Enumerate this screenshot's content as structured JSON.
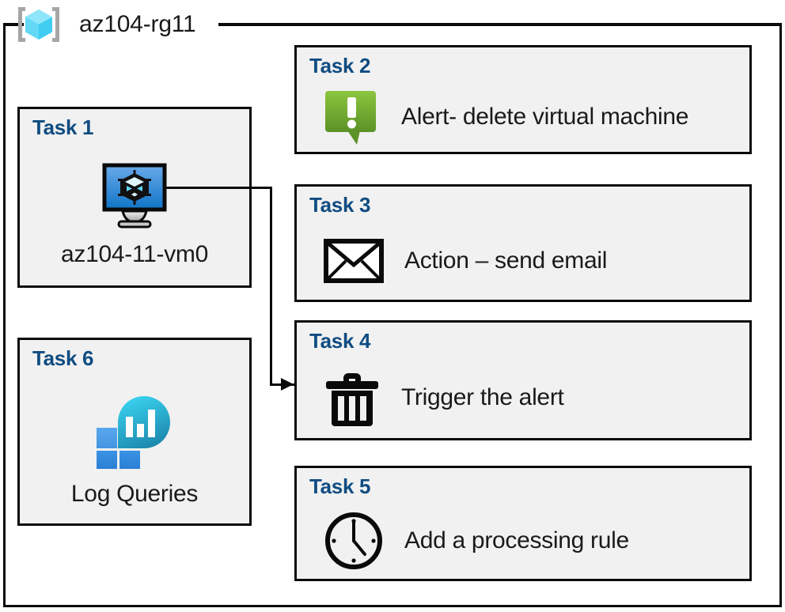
{
  "resource_group": {
    "icon": "resource-group-cube-icon",
    "label": "az104-rg11"
  },
  "colors": {
    "task_title": "#0f4c81",
    "box_fill": "#f1f1f1",
    "box_border": "#0a0a0a",
    "alert_green_light": "#8cc63e",
    "alert_green_dark": "#5c9126",
    "vm_blue_light": "#5a9ae4",
    "vm_blue_dark": "#1378c8",
    "log_cyan": "#32c8e8",
    "log_teal": "#1b87ab",
    "log_blue_light": "#4fa3eb",
    "log_blue_dark": "#2a83d9",
    "rg_cube_light": "#8fe6fb",
    "rg_cube_mid": "#55d6f5",
    "rg_cube_dark": "#3fcdf2",
    "rg_bracket": "#a6a6a6"
  },
  "tasks": [
    {
      "id": "task1",
      "title": "Task 1",
      "label": "az104-11-vm0",
      "icon": "virtual-machine-icon",
      "column": "left"
    },
    {
      "id": "task6",
      "title": "Task 6",
      "label": "Log Queries",
      "icon": "log-analytics-icon",
      "column": "left"
    },
    {
      "id": "task2",
      "title": "Task 2",
      "label": "Alert- delete virtual machine",
      "icon": "alert-bubble-icon",
      "column": "right"
    },
    {
      "id": "task3",
      "title": "Task 3",
      "label": "Action – send email",
      "icon": "envelope-icon",
      "column": "right"
    },
    {
      "id": "task4",
      "title": "Task 4",
      "label": "Trigger the alert",
      "icon": "trash-can-icon",
      "column": "right"
    },
    {
      "id": "task5",
      "title": "Task 5",
      "label": "Add a processing rule",
      "icon": "clock-icon",
      "column": "right"
    }
  ],
  "connector": {
    "name": "vm-to-task4-connector",
    "from": "virtual-machine-icon",
    "to": "task4",
    "arrow": "arrowhead-right"
  }
}
